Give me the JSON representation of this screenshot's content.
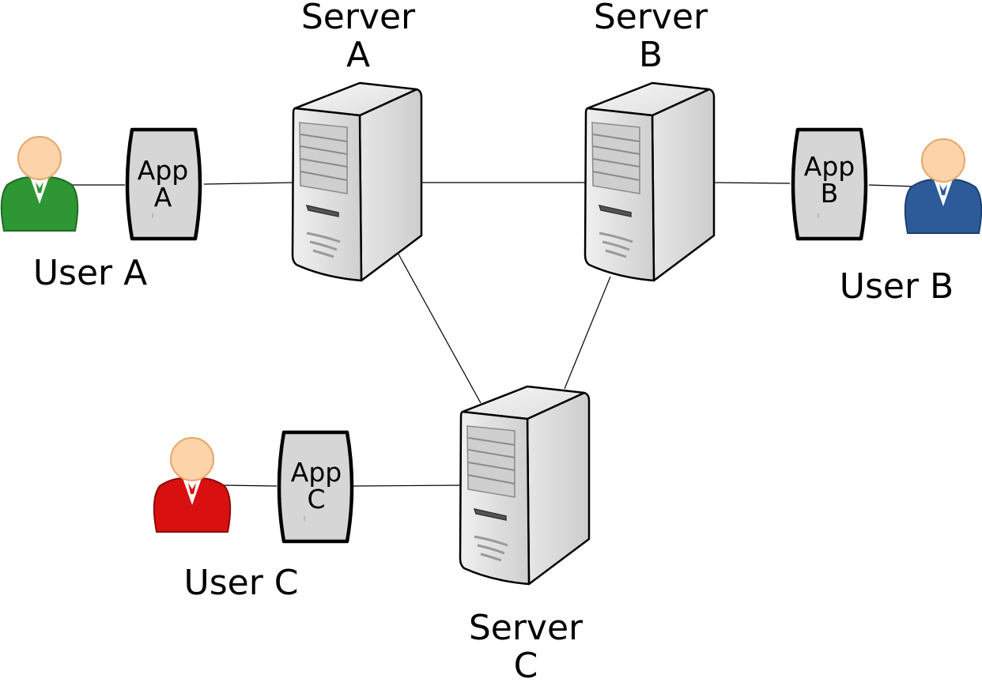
{
  "servers": [
    {
      "id": "a",
      "line1": "Server",
      "line2": "A"
    },
    {
      "id": "b",
      "line1": "Server",
      "line2": "B"
    },
    {
      "id": "c",
      "line1": "Server",
      "line2": "C"
    }
  ],
  "apps": [
    {
      "id": "a",
      "line1": "App",
      "line2": "A"
    },
    {
      "id": "b",
      "line1": "App",
      "line2": "B"
    },
    {
      "id": "c",
      "line1": "App",
      "line2": "C"
    }
  ],
  "users": [
    {
      "id": "a",
      "label": "User A",
      "color": "#2e9632"
    },
    {
      "id": "b",
      "label": "User B",
      "color": "#2d5b9a"
    },
    {
      "id": "c",
      "label": "User C",
      "color": "#d81010"
    }
  ],
  "colors": {
    "skin": "#fdd3a9",
    "server_body": "#e0e0e0",
    "app_fill": "#d6d6d6",
    "line": "#000000"
  }
}
